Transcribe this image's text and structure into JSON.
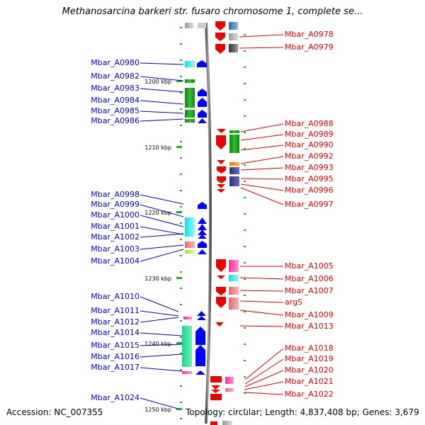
{
  "title": "Methanosarcina barkeri str. fusaro chromosome 1, complete se...",
  "footer": {
    "accession_label": "Accession:",
    "accession_value": "NC_007355",
    "topology_label": "Topology:",
    "topology_value": "circular",
    "length_label": "Length:",
    "length_value": "4,837,408 bp",
    "genes_label": "Genes:",
    "genes_value": "3,679"
  },
  "colors": {
    "backbone": "#888888",
    "left_labels": "#0000cc",
    "right_labels": "#dd0000",
    "tick": "#22aa22",
    "forward_arrow": "#0000ff",
    "reverse_arrow": "#ee0000"
  },
  "chart_data": {
    "type": "genome-map",
    "ticks": [
      "1200 kbp",
      "1210 kbp",
      "1220 kbp",
      "1230 kbp",
      "1240 kbp",
      "1250 kbp"
    ],
    "left_genes": [
      "Mbar_A0980",
      "Mbar_A0982",
      "Mbar_A0983",
      "Mbar_A0984",
      "Mbar_A0985",
      "Mbar_A0986",
      "Mbar_A0998",
      "Mbar_A0999",
      "Mbar_A1000",
      "Mbar_A1001",
      "Mbar_A1002",
      "Mbar_A1003",
      "Mbar_A1004",
      "Mbar_A1010",
      "Mbar_A1011",
      "Mbar_A1012",
      "Mbar_A1014",
      "Mbar_A1015",
      "Mbar_A1016",
      "Mbar_A1017",
      "Mbar_A1024"
    ],
    "right_genes": [
      "Mbar_A0978",
      "Mbar_A0979",
      "Mbar_A0988",
      "Mbar_A0989",
      "Mbar_A0990",
      "Mbar_A0992",
      "Mbar_A0993",
      "Mbar_A0995",
      "Mbar_A0996",
      "Mbar_A0997",
      "Mbar_A1005",
      "Mbar_A1006",
      "Mbar_A1007",
      "argS",
      "Mbar_A1009",
      "Mbar_A1013",
      "Mbar_A1018",
      "Mbar_A1019",
      "Mbar_A1020",
      "Mbar_A1021",
      "Mbar_A1022"
    ]
  }
}
